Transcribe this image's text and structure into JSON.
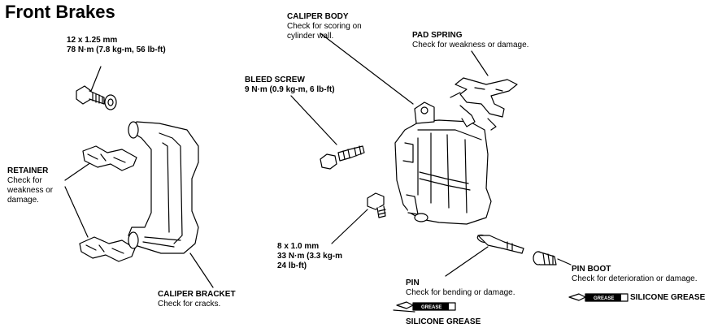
{
  "title": "Front Brakes",
  "labels": {
    "bolt_spec": {
      "line1": "12 x 1.25 mm",
      "line2": "78 N·m (7.8 kg-m, 56 lb-ft)"
    },
    "caliper_body": {
      "name": "CALIPER BODY",
      "line1": "Check for scoring on",
      "line2": "cylinder wall."
    },
    "pad_spring": {
      "name": "PAD SPRING",
      "line1": "Check for weakness or damage."
    },
    "bleed_screw": {
      "name": "BLEED SCREW",
      "line1": "9 N·m (0.9 kg-m, 6 lb-ft)"
    },
    "retainer": {
      "name": "RETAINER",
      "line1": "Check for",
      "line2": "weakness or",
      "line3": "damage."
    },
    "pin_bolt_spec": {
      "line1": "8 x 1.0 mm",
      "line2": "33 N·m (3.3 kg-m",
      "line3": "24 lb-ft)"
    },
    "caliper_bracket": {
      "name": "CALIPER BRACKET",
      "line1": "Check for cracks."
    },
    "pin": {
      "name": "PIN",
      "line1": "Check for bending or damage."
    },
    "pin_boot": {
      "name": "PIN BOOT",
      "line1": "Check for deterioration or damage."
    },
    "grease_left": {
      "tag": "GREASE",
      "name": "SILICONE GREASE"
    },
    "grease_right": {
      "tag": "GREASE",
      "name": "SILICONE GREASE"
    }
  }
}
